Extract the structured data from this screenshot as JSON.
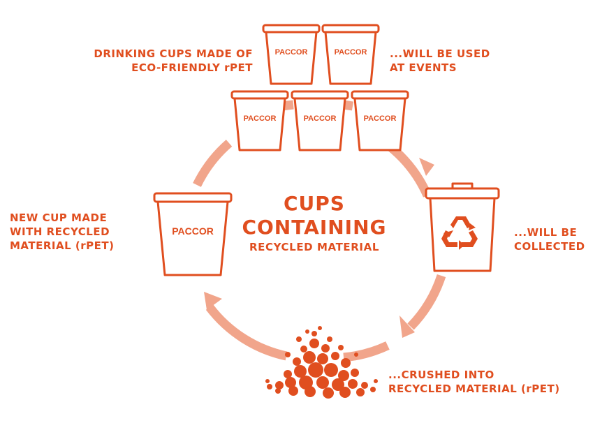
{
  "center": {
    "line1": "CUPS",
    "line2": "CONTAINING",
    "line3": "RECYCLED MATERIAL"
  },
  "labels": {
    "top_left": [
      "DRINKING CUPS MADE OF",
      "ECO-FRIENDLY rPET"
    ],
    "top_right": [
      "...WILL BE USED",
      "AT EVENTS"
    ],
    "right": [
      "...WILL BE",
      "COLLECTED"
    ],
    "bottom_right": [
      "...CRUSHED INTO",
      "RECYCLED MATERIAL (rPET)"
    ],
    "left": [
      "NEW CUP MADE",
      "WITH RECYCLED",
      "MATERIAL (rPET)"
    ]
  },
  "brand": "PACCOR",
  "colors": {
    "accent": "#e04e1f",
    "ring": "#f1a58b"
  },
  "icons": [
    "cup-icon",
    "recycle-bin-icon",
    "recycle-symbol-icon",
    "pellets-icon",
    "cycle-arrow-icon"
  ]
}
